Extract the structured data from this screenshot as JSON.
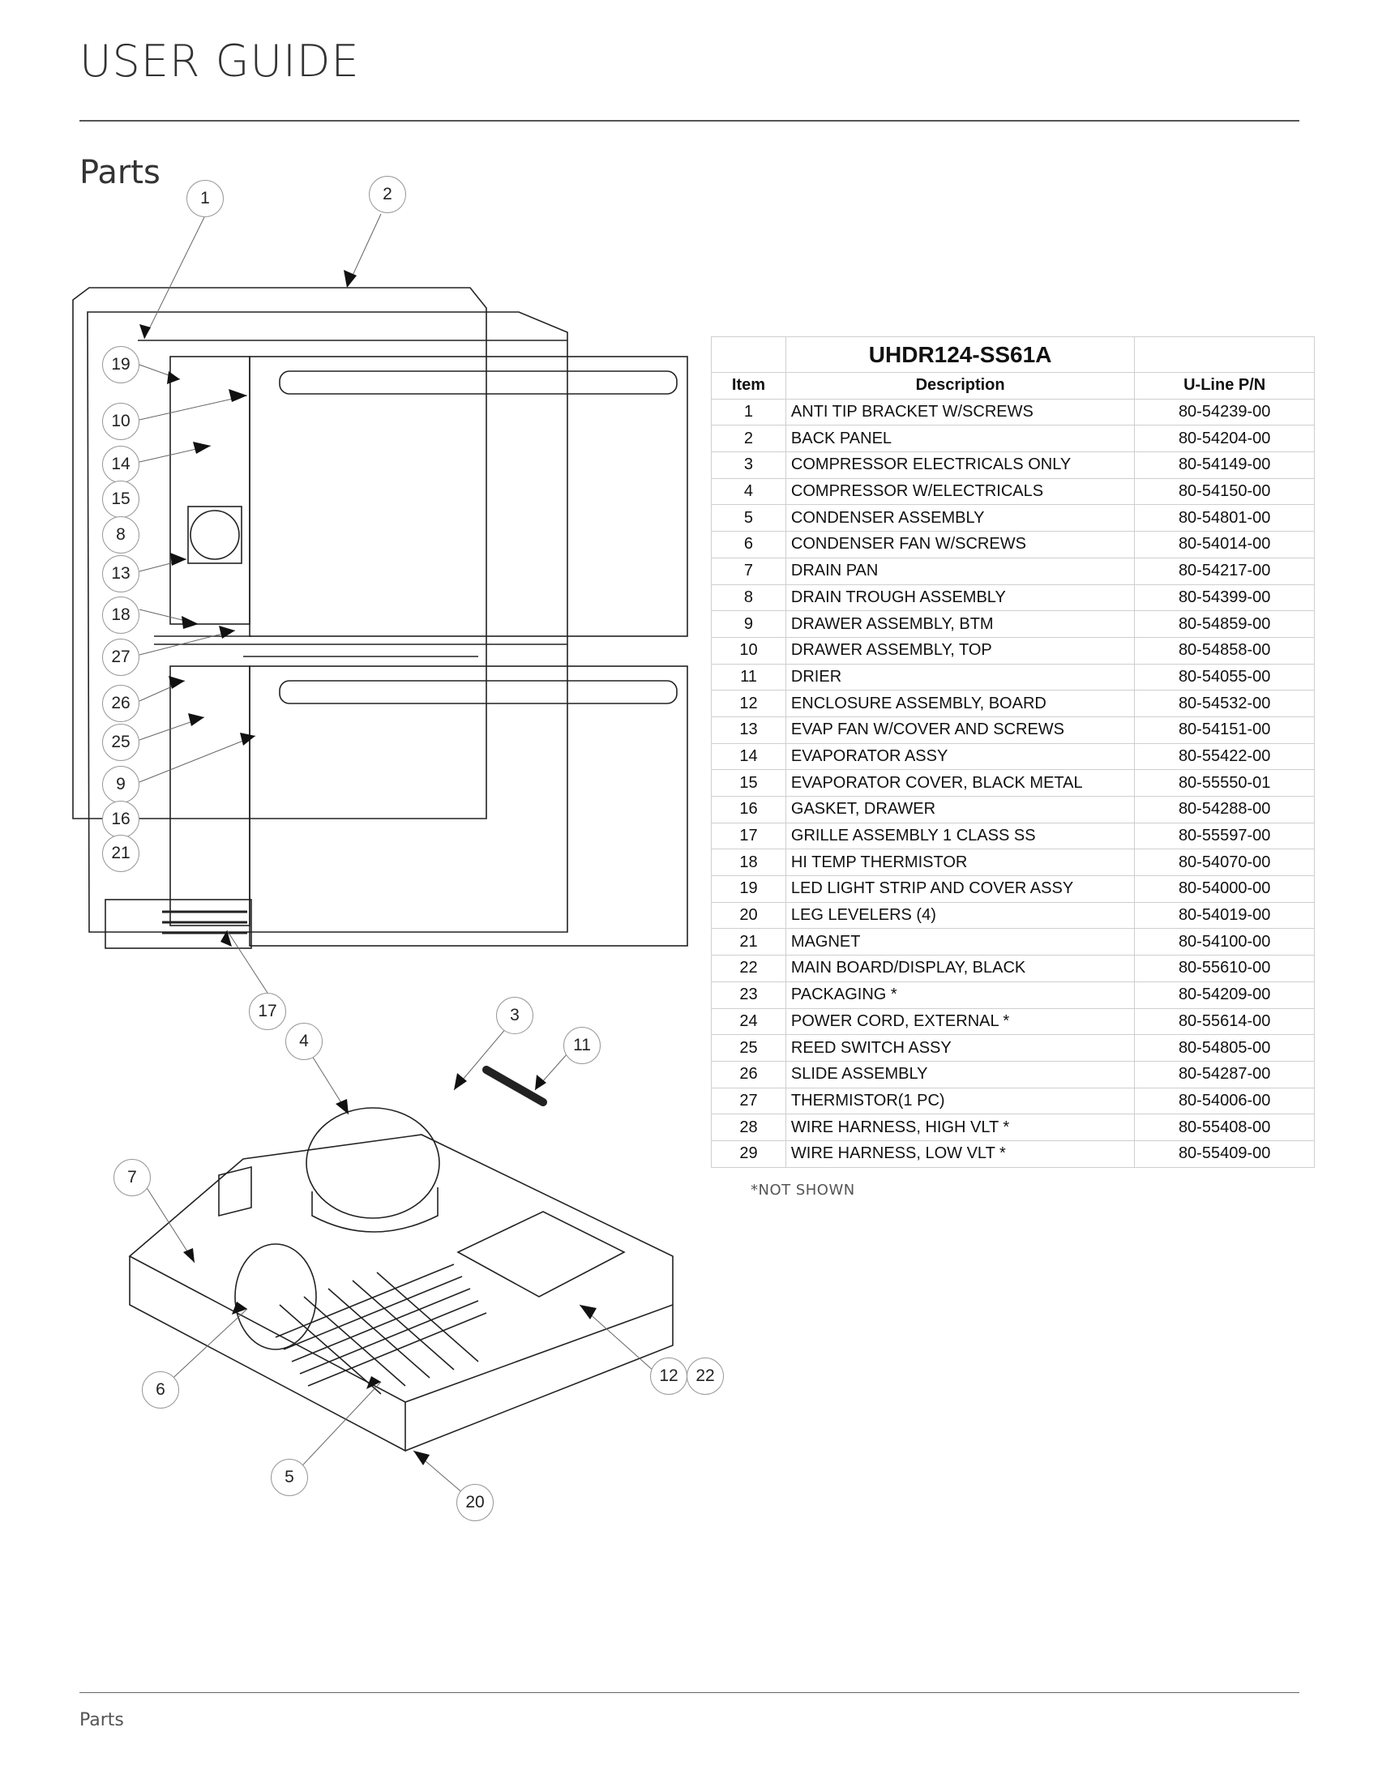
{
  "header": {
    "title": "USER GUIDE"
  },
  "section": {
    "title": "Parts"
  },
  "table": {
    "model": "UHDR124-SS61A",
    "columns": [
      "Item",
      "Description",
      "U-Line P/N"
    ],
    "rows": [
      [
        "1",
        "ANTI TIP BRACKET W/SCREWS",
        "80-54239-00"
      ],
      [
        "2",
        "BACK PANEL",
        "80-54204-00"
      ],
      [
        "3",
        "COMPRESSOR ELECTRICALS ONLY",
        "80-54149-00"
      ],
      [
        "4",
        "COMPRESSOR W/ELECTRICALS",
        "80-54150-00"
      ],
      [
        "5",
        "CONDENSER ASSEMBLY",
        "80-54801-00"
      ],
      [
        "6",
        "CONDENSER FAN W/SCREWS",
        "80-54014-00"
      ],
      [
        "7",
        "DRAIN PAN",
        "80-54217-00"
      ],
      [
        "8",
        "DRAIN TROUGH ASSEMBLY",
        "80-54399-00"
      ],
      [
        "9",
        "DRAWER ASSEMBLY, BTM",
        "80-54859-00"
      ],
      [
        "10",
        "DRAWER ASSEMBLY, TOP",
        "80-54858-00"
      ],
      [
        "11",
        "DRIER",
        "80-54055-00"
      ],
      [
        "12",
        "ENCLOSURE ASSEMBLY, BOARD",
        "80-54532-00"
      ],
      [
        "13",
        "EVAP FAN W/COVER AND SCREWS",
        "80-54151-00"
      ],
      [
        "14",
        "EVAPORATOR ASSY",
        "80-55422-00"
      ],
      [
        "15",
        "EVAPORATOR COVER, BLACK METAL",
        "80-55550-01"
      ],
      [
        "16",
        "GASKET, DRAWER",
        "80-54288-00"
      ],
      [
        "17",
        "GRILLE ASSEMBLY 1 CLASS SS",
        "80-55597-00"
      ],
      [
        "18",
        "HI TEMP THERMISTOR",
        "80-54070-00"
      ],
      [
        "19",
        "LED LIGHT STRIP AND COVER ASSY",
        "80-54000-00"
      ],
      [
        "20",
        "LEG LEVELERS (4)",
        "80-54019-00"
      ],
      [
        "21",
        "MAGNET",
        "80-54100-00"
      ],
      [
        "22",
        "MAIN BOARD/DISPLAY, BLACK",
        "80-55610-00"
      ],
      [
        "23",
        "PACKAGING *",
        "80-54209-00"
      ],
      [
        "24",
        "POWER CORD, EXTERNAL *",
        "80-55614-00"
      ],
      [
        "25",
        "REED SWITCH ASSY",
        "80-54805-00"
      ],
      [
        "26",
        "SLIDE ASSEMBLY",
        "80-54287-00"
      ],
      [
        "27",
        "THERMISTOR(1 PC)",
        "80-54006-00"
      ],
      [
        "28",
        "WIRE HARNESS, HIGH VLT *",
        "80-55408-00"
      ],
      [
        "29",
        "WIRE HARNESS, LOW VLT *",
        "80-55409-00"
      ]
    ]
  },
  "note": "*NOT SHOWN",
  "diagram": {
    "callouts": [
      "1",
      "2",
      "19",
      "10",
      "14",
      "15",
      "8",
      "13",
      "18",
      "27",
      "26",
      "25",
      "9",
      "16",
      "21",
      "17",
      "4",
      "3",
      "11",
      "7",
      "6",
      "5",
      "20",
      "12",
      "22"
    ]
  },
  "footer": {
    "label": "Parts"
  }
}
